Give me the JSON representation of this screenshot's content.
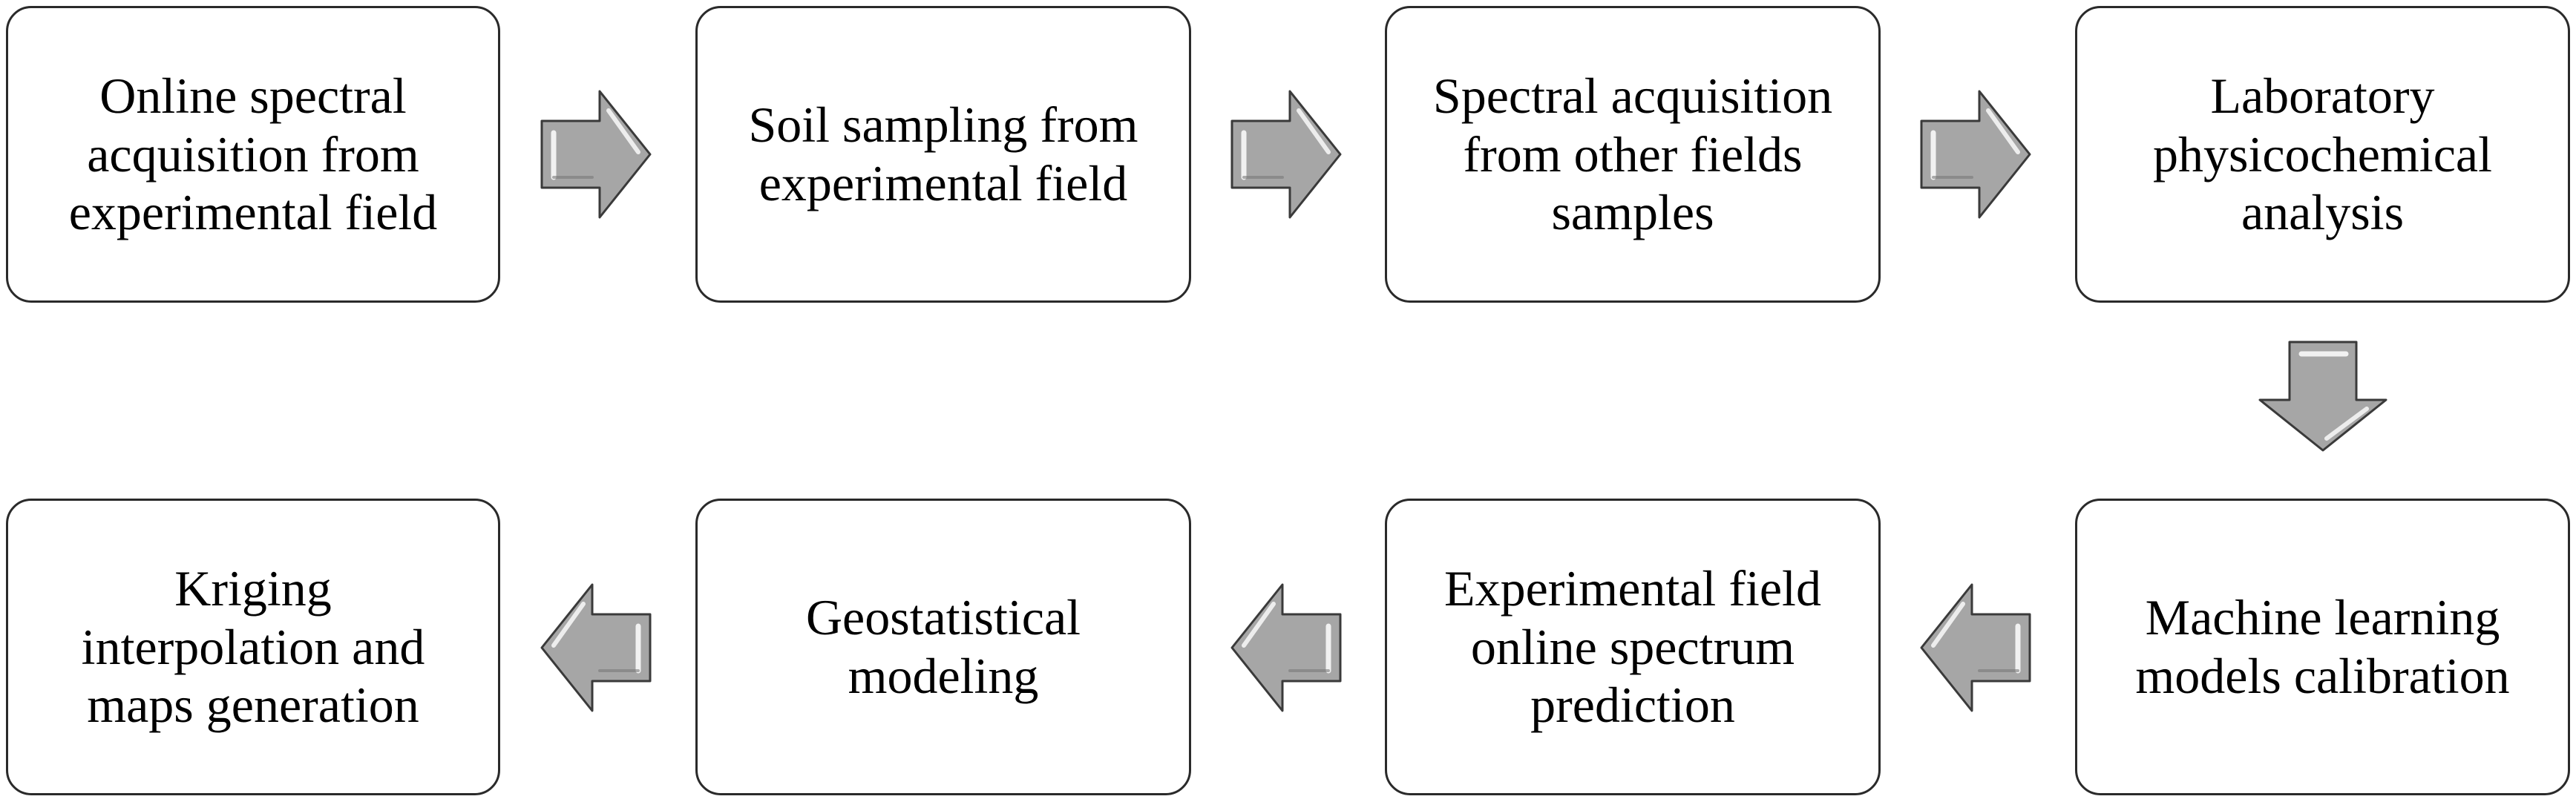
{
  "diagram": {
    "top_row": [
      {
        "id": "step-1",
        "text": "Online spectral\nacquisition from\nexperimental field"
      },
      {
        "id": "step-2",
        "text": "Soil sampling from\nexperimental field"
      },
      {
        "id": "step-3",
        "text": "Spectral acquisition\nfrom other fields\nsamples"
      },
      {
        "id": "step-4",
        "text": "Laboratory\nphysicochemical\nanalysis"
      }
    ],
    "bottom_row": [
      {
        "id": "step-8",
        "text": "Kriging\ninterpolation and\nmaps generation"
      },
      {
        "id": "step-7",
        "text": "Geostatistical\nmodeling"
      },
      {
        "id": "step-6",
        "text": "Experimental field\nonline spectrum\nprediction"
      },
      {
        "id": "step-5",
        "text": "Machine learning\nmodels calibration"
      }
    ],
    "arrows": [
      {
        "from": "step-1",
        "to": "step-2",
        "direction": "right"
      },
      {
        "from": "step-2",
        "to": "step-3",
        "direction": "right"
      },
      {
        "from": "step-3",
        "to": "step-4",
        "direction": "right"
      },
      {
        "from": "step-4",
        "to": "step-5",
        "direction": "down"
      },
      {
        "from": "step-5",
        "to": "step-6",
        "direction": "left"
      },
      {
        "from": "step-6",
        "to": "step-7",
        "direction": "left"
      },
      {
        "from": "step-7",
        "to": "step-8",
        "direction": "left"
      }
    ],
    "colors": {
      "box_border": "#2a2a2a",
      "arrow_fill": "#a6a6a6",
      "arrow_stroke": "#3a3a3a",
      "arrow_highlight": "#ffffff"
    }
  }
}
